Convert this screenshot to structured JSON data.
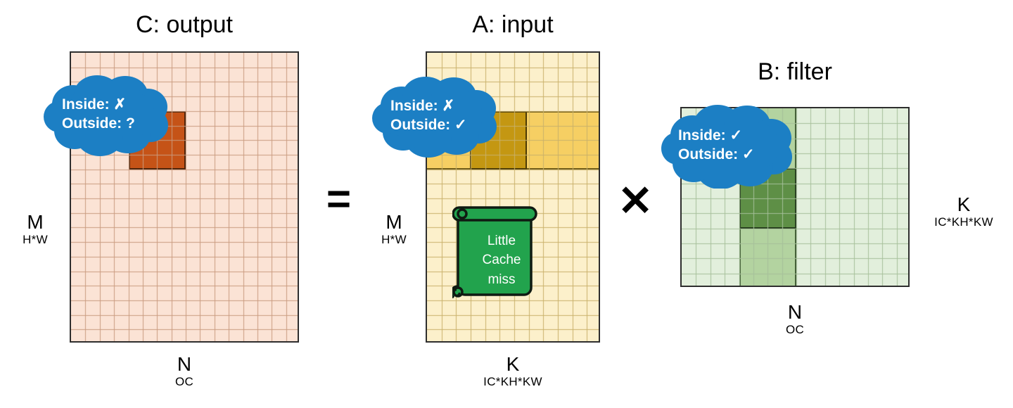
{
  "figure": {
    "type": "diagram",
    "description": "GEMM formulation of convolution: C = A x B with cache-locality callouts"
  },
  "matrices": [
    {
      "key": "C",
      "title": "C: output",
      "fill": "#fbe3d5",
      "grid_line": "#c99b7f",
      "border": "#2e2e2e",
      "cols": 16,
      "rows": 20,
      "row_dim": {
        "big": "M",
        "small": "H*W"
      },
      "col_dim": {
        "big": "N",
        "small": "OC"
      },
      "highlights": [
        {
          "name": "output-tile",
          "color": "#c55317",
          "col": 4,
          "row": 4,
          "col_span": 4,
          "row_span": 4
        }
      ],
      "callout": {
        "lines": [
          {
            "label": "Inside:",
            "mark": "✗"
          },
          {
            "label": "Outside:",
            "mark": "?"
          }
        ]
      }
    },
    {
      "key": "A",
      "title": "A: input",
      "fill": "#fcf0cb",
      "grid_line": "#c9b06a",
      "border": "#2e2e2e",
      "cols": 12,
      "rows": 20,
      "row_dim": {
        "big": "M",
        "small": "H*W"
      },
      "col_dim": {
        "big": "K",
        "small": "IC*KH*KW"
      },
      "highlights": [
        {
          "name": "input-row-band",
          "color": "#f6cf63",
          "col": 0,
          "row": 4,
          "col_span": 12,
          "row_span": 4
        },
        {
          "name": "input-tile",
          "color": "#c49712",
          "col": 3,
          "row": 4,
          "col_span": 4,
          "row_span": 4
        }
      ],
      "callout": {
        "lines": [
          {
            "label": "Inside:",
            "mark": "✗"
          },
          {
            "label": "Outside:",
            "mark": "✓"
          }
        ]
      },
      "note": {
        "name": "little-cache-miss-scroll",
        "lines": [
          "Little",
          "Cache",
          "miss"
        ],
        "fill": "#22a34d",
        "stroke": "#0f1a12"
      }
    },
    {
      "key": "B",
      "title": "B: filter",
      "fill": "#e2efdc",
      "grid_line": "#a6bf9a",
      "border": "#2e2e2e",
      "cols": 16,
      "rows": 12,
      "row_dim": {
        "big": "K",
        "small": "IC*KH*KW"
      },
      "col_dim": {
        "big": "N",
        "small": "OC"
      },
      "highlights": [
        {
          "name": "filter-col-band",
          "color": "#b3d3a0",
          "col": 4,
          "row": 0,
          "col_span": 4,
          "row_span": 12
        },
        {
          "name": "filter-tile",
          "color": "#5e8f46",
          "col": 4,
          "row": 4,
          "col_span": 4,
          "row_span": 4
        }
      ],
      "callout": {
        "lines": [
          {
            "label": "Inside:",
            "mark": "✓"
          },
          {
            "label": "Outside:",
            "mark": "✓"
          }
        ]
      }
    }
  ],
  "operators": {
    "equals": "=",
    "times": "✕"
  },
  "colors": {
    "cloud": "#1c7fc4",
    "scroll": "#22a34d",
    "text": "#000000"
  }
}
